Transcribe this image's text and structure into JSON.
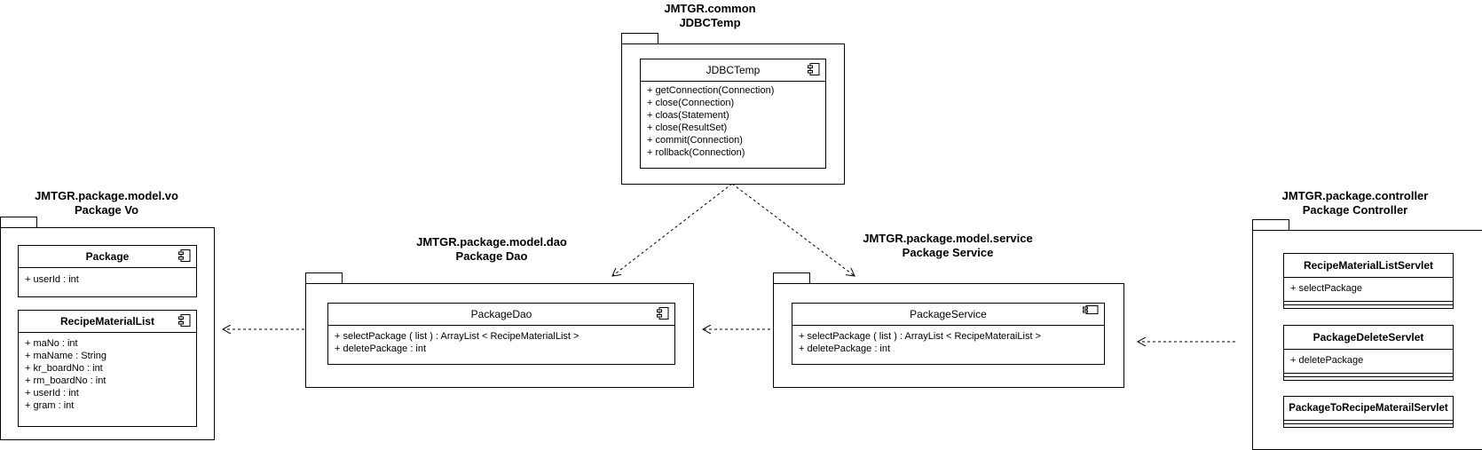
{
  "packages": {
    "common": {
      "title_line1": "JMTGR.common",
      "title_line2": "JDBCTemp",
      "component": {
        "name": "JDBCTemp",
        "operations": [
          "+ getConnection(Connection)",
          "+ close(Connection)",
          "+ cloas(Statement)",
          "+ close(ResultSet)",
          "+ commit(Connection)",
          "+ rollback(Connection)"
        ]
      }
    },
    "vo": {
      "title_line1": "JMTGR.package.model.vo",
      "title_line2": "Package Vo",
      "components": [
        {
          "name": "Package",
          "attributes": [
            "+ userId : int"
          ]
        },
        {
          "name": "RecipeMaterialList",
          "attributes": [
            "+ maNo : int",
            "+ maName : String",
            "+ kr_boardNo : int",
            "+ rm_boardNo : int",
            "+ userId : int",
            "+ gram : int"
          ]
        }
      ]
    },
    "dao": {
      "title_line1": "JMTGR.package.model.dao",
      "title_line2": "Package Dao",
      "component": {
        "name": "PackageDao",
        "operations": [
          "+ selectPackage ( list ) : ArrayList < RecipeMaterialList >",
          "+ deletePackage : int"
        ]
      }
    },
    "service": {
      "title_line1": "JMTGR.package.model.service",
      "title_line2": "Package Service",
      "component": {
        "name": "PackageService",
        "operations": [
          "+ selectPackage ( list ) : ArrayList < RecipeMateraiList >",
          "+ deletePackage : int"
        ]
      }
    },
    "controller": {
      "title_line1": "JMTGR.package.controller",
      "title_line2": "Package Controller",
      "servlets": [
        {
          "name": "RecipeMaterialListServlet",
          "operations": [
            "+ selectPackage"
          ]
        },
        {
          "name": "PackageDeleteServlet",
          "operations": [
            "+ deletePackage"
          ]
        },
        {
          "name": "PackageToRecipeMaterailServlet",
          "operations": []
        }
      ]
    }
  },
  "edges": [
    {
      "from": "common",
      "to": "dao",
      "style": "dashed",
      "arrow": "open"
    },
    {
      "from": "common",
      "to": "service",
      "style": "dashed",
      "arrow": "open"
    },
    {
      "from": "dao",
      "to": "vo",
      "style": "dashed",
      "arrow": "open"
    },
    {
      "from": "service",
      "to": "dao",
      "style": "dashed",
      "arrow": "open"
    },
    {
      "from": "controller",
      "to": "service",
      "style": "dashed",
      "arrow": "open"
    }
  ]
}
